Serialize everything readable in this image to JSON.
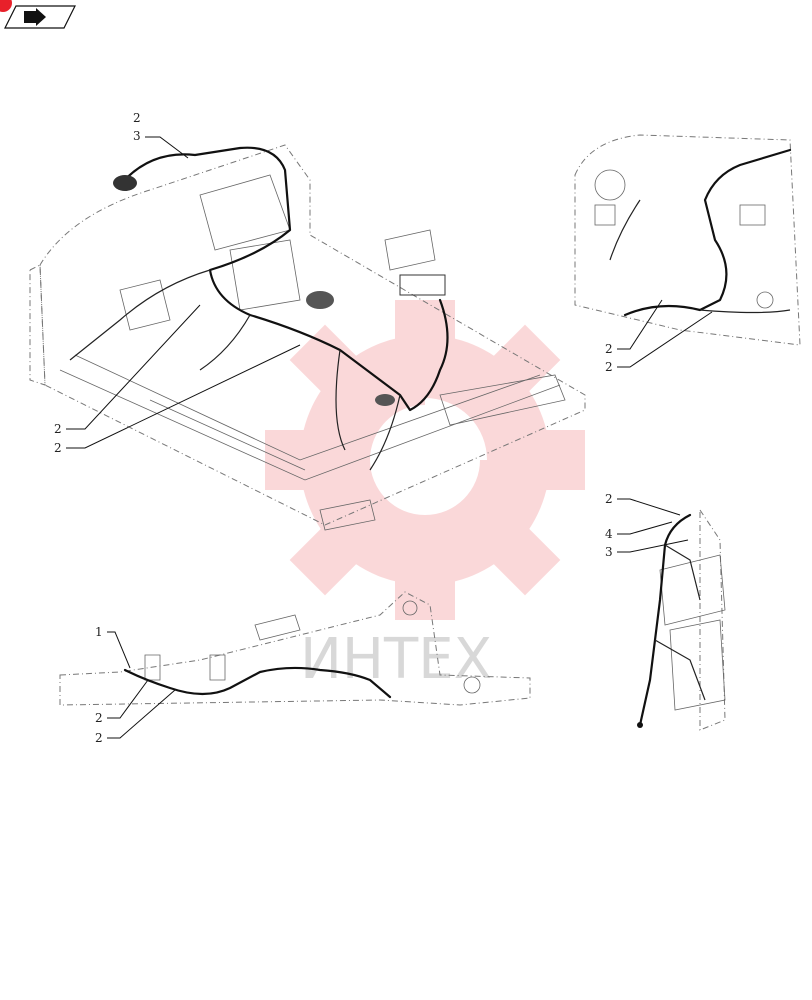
{
  "colors": {
    "accent": "#e8202a",
    "watermark_gear": "#f7b9bb",
    "watermark_text": "#d8d8d8",
    "line": "#111111"
  },
  "nav": {
    "icon_name": "next-page-arrow-icon",
    "marker_icon": "red-dot-icon"
  },
  "watermark": {
    "text": "ИНТЕХ"
  },
  "callouts": {
    "top_left_a": "2",
    "top_left_b": "3",
    "main_left_a": "2",
    "main_left_b": "2",
    "right_upper_a": "2",
    "right_upper_b": "2",
    "right_lower_a": "2",
    "right_lower_b": "4",
    "right_lower_c": "3",
    "bottom_a": "1",
    "bottom_b": "2",
    "bottom_c": "2"
  }
}
